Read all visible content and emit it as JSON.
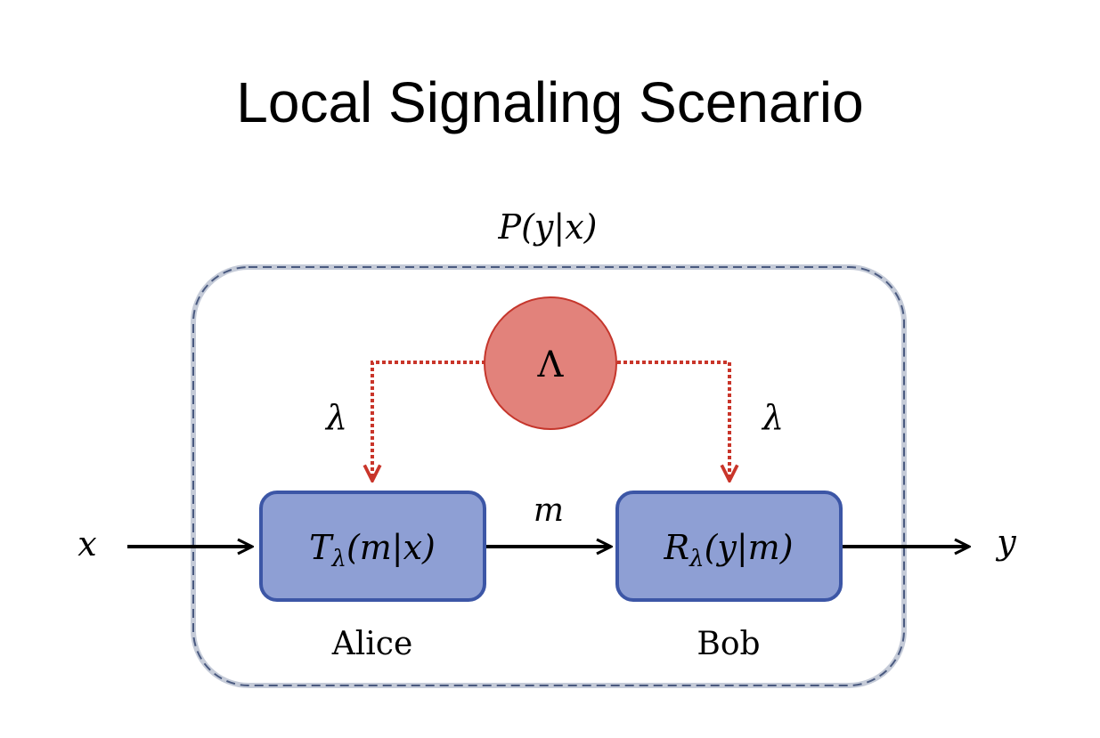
{
  "slide": {
    "title": "Local Signaling Scenario"
  },
  "diagram": {
    "outer_label": "P(y|x)",
    "source_label": "Λ",
    "lambda_left": "λ",
    "lambda_right": "λ",
    "input_label": "x",
    "output_label": "y",
    "message_label": "m",
    "alice_box": {
      "main": "T",
      "sub": "λ",
      "args": "(m|x)"
    },
    "bob_box": {
      "main": "R",
      "sub": "λ",
      "args": "(y|m)"
    },
    "alice_name": "Alice",
    "bob_name": "Bob"
  },
  "colors": {
    "box_fill": "#8e9fd4",
    "box_stroke": "#3c56a6",
    "source_fill": "#e2827b",
    "source_stroke": "#c5362c",
    "dotted_arrow": "#c9352a",
    "outer_dash": "#4a5a80"
  }
}
